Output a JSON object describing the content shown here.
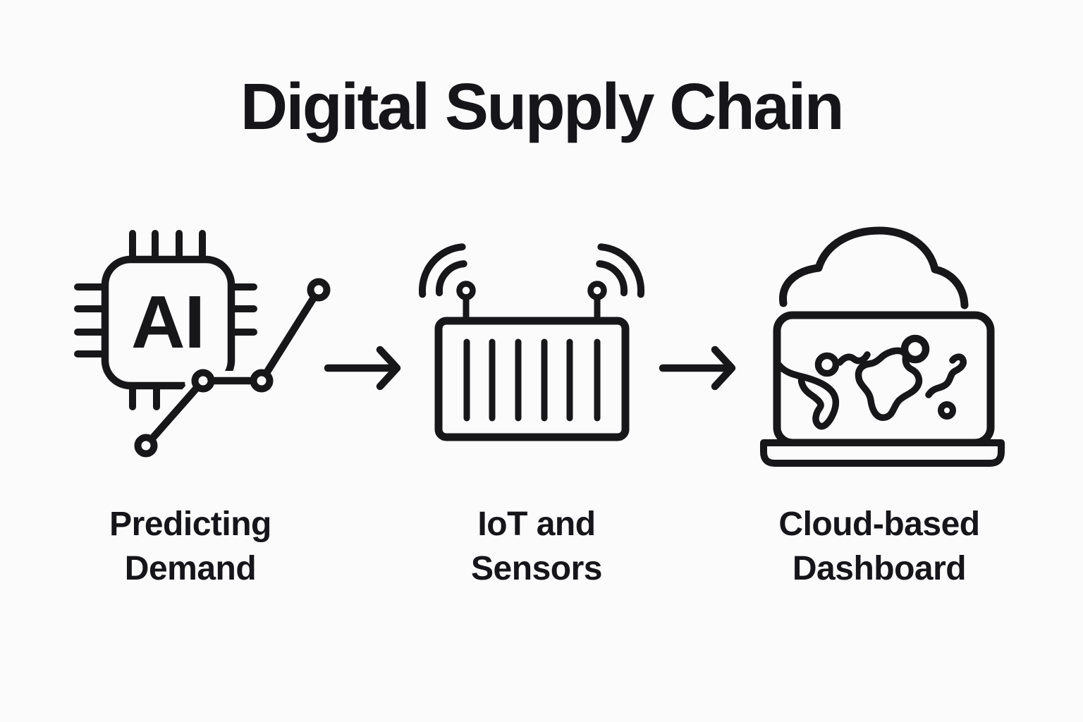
{
  "title": "Digital Supply Chain",
  "steps": [
    {
      "icon": "ai-chip-trend-chart-icon",
      "chip_text": "AI",
      "lines": [
        "Predicting",
        "Demand"
      ]
    },
    {
      "icon": "smart-container-wireless-icon",
      "lines": [
        "IoT and",
        "Sensors"
      ]
    },
    {
      "icon": "cloud-laptop-world-map-icon",
      "lines": [
        "Cloud-based",
        "Dashboard"
      ]
    }
  ],
  "connectors": [
    {
      "icon": "arrow-right-icon"
    },
    {
      "icon": "arrow-right-icon"
    }
  ],
  "colors": {
    "background": "#fbfbfb",
    "stroke": "#17171a",
    "text": "#15151a"
  }
}
